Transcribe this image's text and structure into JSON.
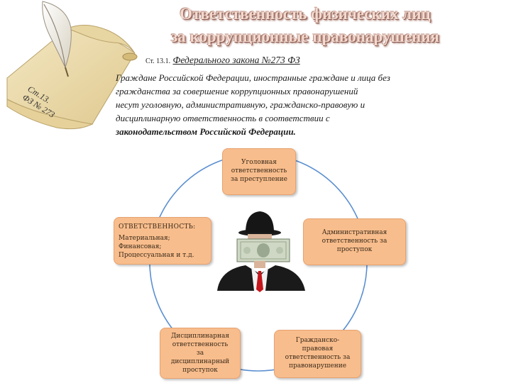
{
  "title": {
    "line1": "Ответственность физических лиц",
    "line2": "за коррупционные правонарушения"
  },
  "scroll_label": {
    "line1": "Ст.13.",
    "line2": "ФЗ № 273"
  },
  "law_ref": {
    "prefix": "Ст. 13.1.",
    "name": "Федерального закона №273 ФЗ"
  },
  "body_text": {
    "line1": "Граждане Российской Федерации, иностранные граждане и лица без",
    "line2": "гражданства за совершение коррупционных правонарушений",
    "line3": "несут уголовную, административную, гражданско-правовую и",
    "line4": "дисциплинарную ответственность в соответствии с",
    "line5": "законодательством Российской Федерации."
  },
  "boxes": {
    "criminal": {
      "line1": "Уголовная",
      "line2": "ответственность",
      "line3": "за преступление"
    },
    "kinds": {
      "head": "ОТВЕТСТВЕННОСТЬ:",
      "line1": "Материальная;",
      "line2": "Финансовая;",
      "line3": "Процессуальная и т.д."
    },
    "admin": {
      "line1": "Административная",
      "line2": "ответственность за",
      "line3": "проступок"
    },
    "disciplinary": {
      "line1": "Дисциплинарная",
      "line2": "ответственность",
      "line3": "за",
      "line4": "дисциплинарный",
      "line5": "проступок"
    },
    "civillaw": {
      "line1": "Гражданско-",
      "line2": "правовая",
      "line3": "ответственность за",
      "line4": "правонарушение"
    }
  },
  "colors": {
    "box_fill": "#f8bd8c",
    "circle_stroke": "#5b8fd0",
    "title_fill": "#f4dad0"
  }
}
